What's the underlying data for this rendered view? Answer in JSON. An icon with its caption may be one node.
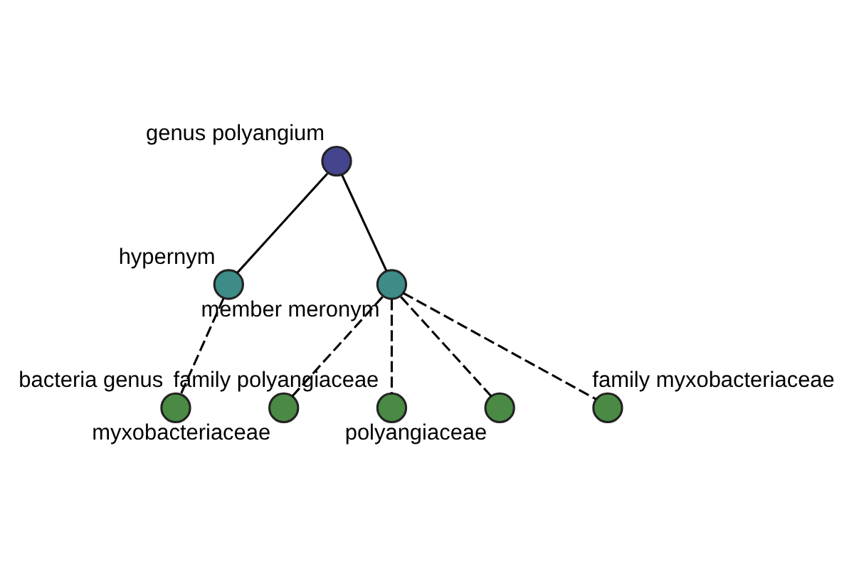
{
  "diagram": {
    "nodes": [
      {
        "text": [
          "genus polyangium"
        ]
      },
      {
        "text": [
          "hypernym"
        ]
      },
      {
        "text": [
          "bacteria genus"
        ]
      },
      {
        "text": [
          "member meronym"
        ]
      },
      {
        "text": [
          "myxobacteriaceae"
        ]
      },
      {
        "text": [
          "family polyangiaceae"
        ]
      },
      {
        "text": [
          "polyangiaceae"
        ]
      },
      {
        "text": [
          "family myxobacteriaceae"
        ]
      }
    ],
    "edges": [
      {
        "from": 0,
        "to": 1,
        "arrow": "none"
      },
      {
        "from": 1,
        "to": 2,
        "arrow": "none",
        "style": "dashed"
      },
      {
        "from": 0,
        "to": 3,
        "arrow": "none"
      },
      {
        "from": 3,
        "to": 4,
        "arrow": "none",
        "style": "dashed"
      },
      {
        "from": 3,
        "to": 5,
        "arrow": "none",
        "style": "dashed"
      },
      {
        "from": 3,
        "to": 6,
        "arrow": "none",
        "style": "dashed"
      },
      {
        "from": 3,
        "to": 7,
        "arrow": "none",
        "style": "dashed"
      }
    ]
  }
}
